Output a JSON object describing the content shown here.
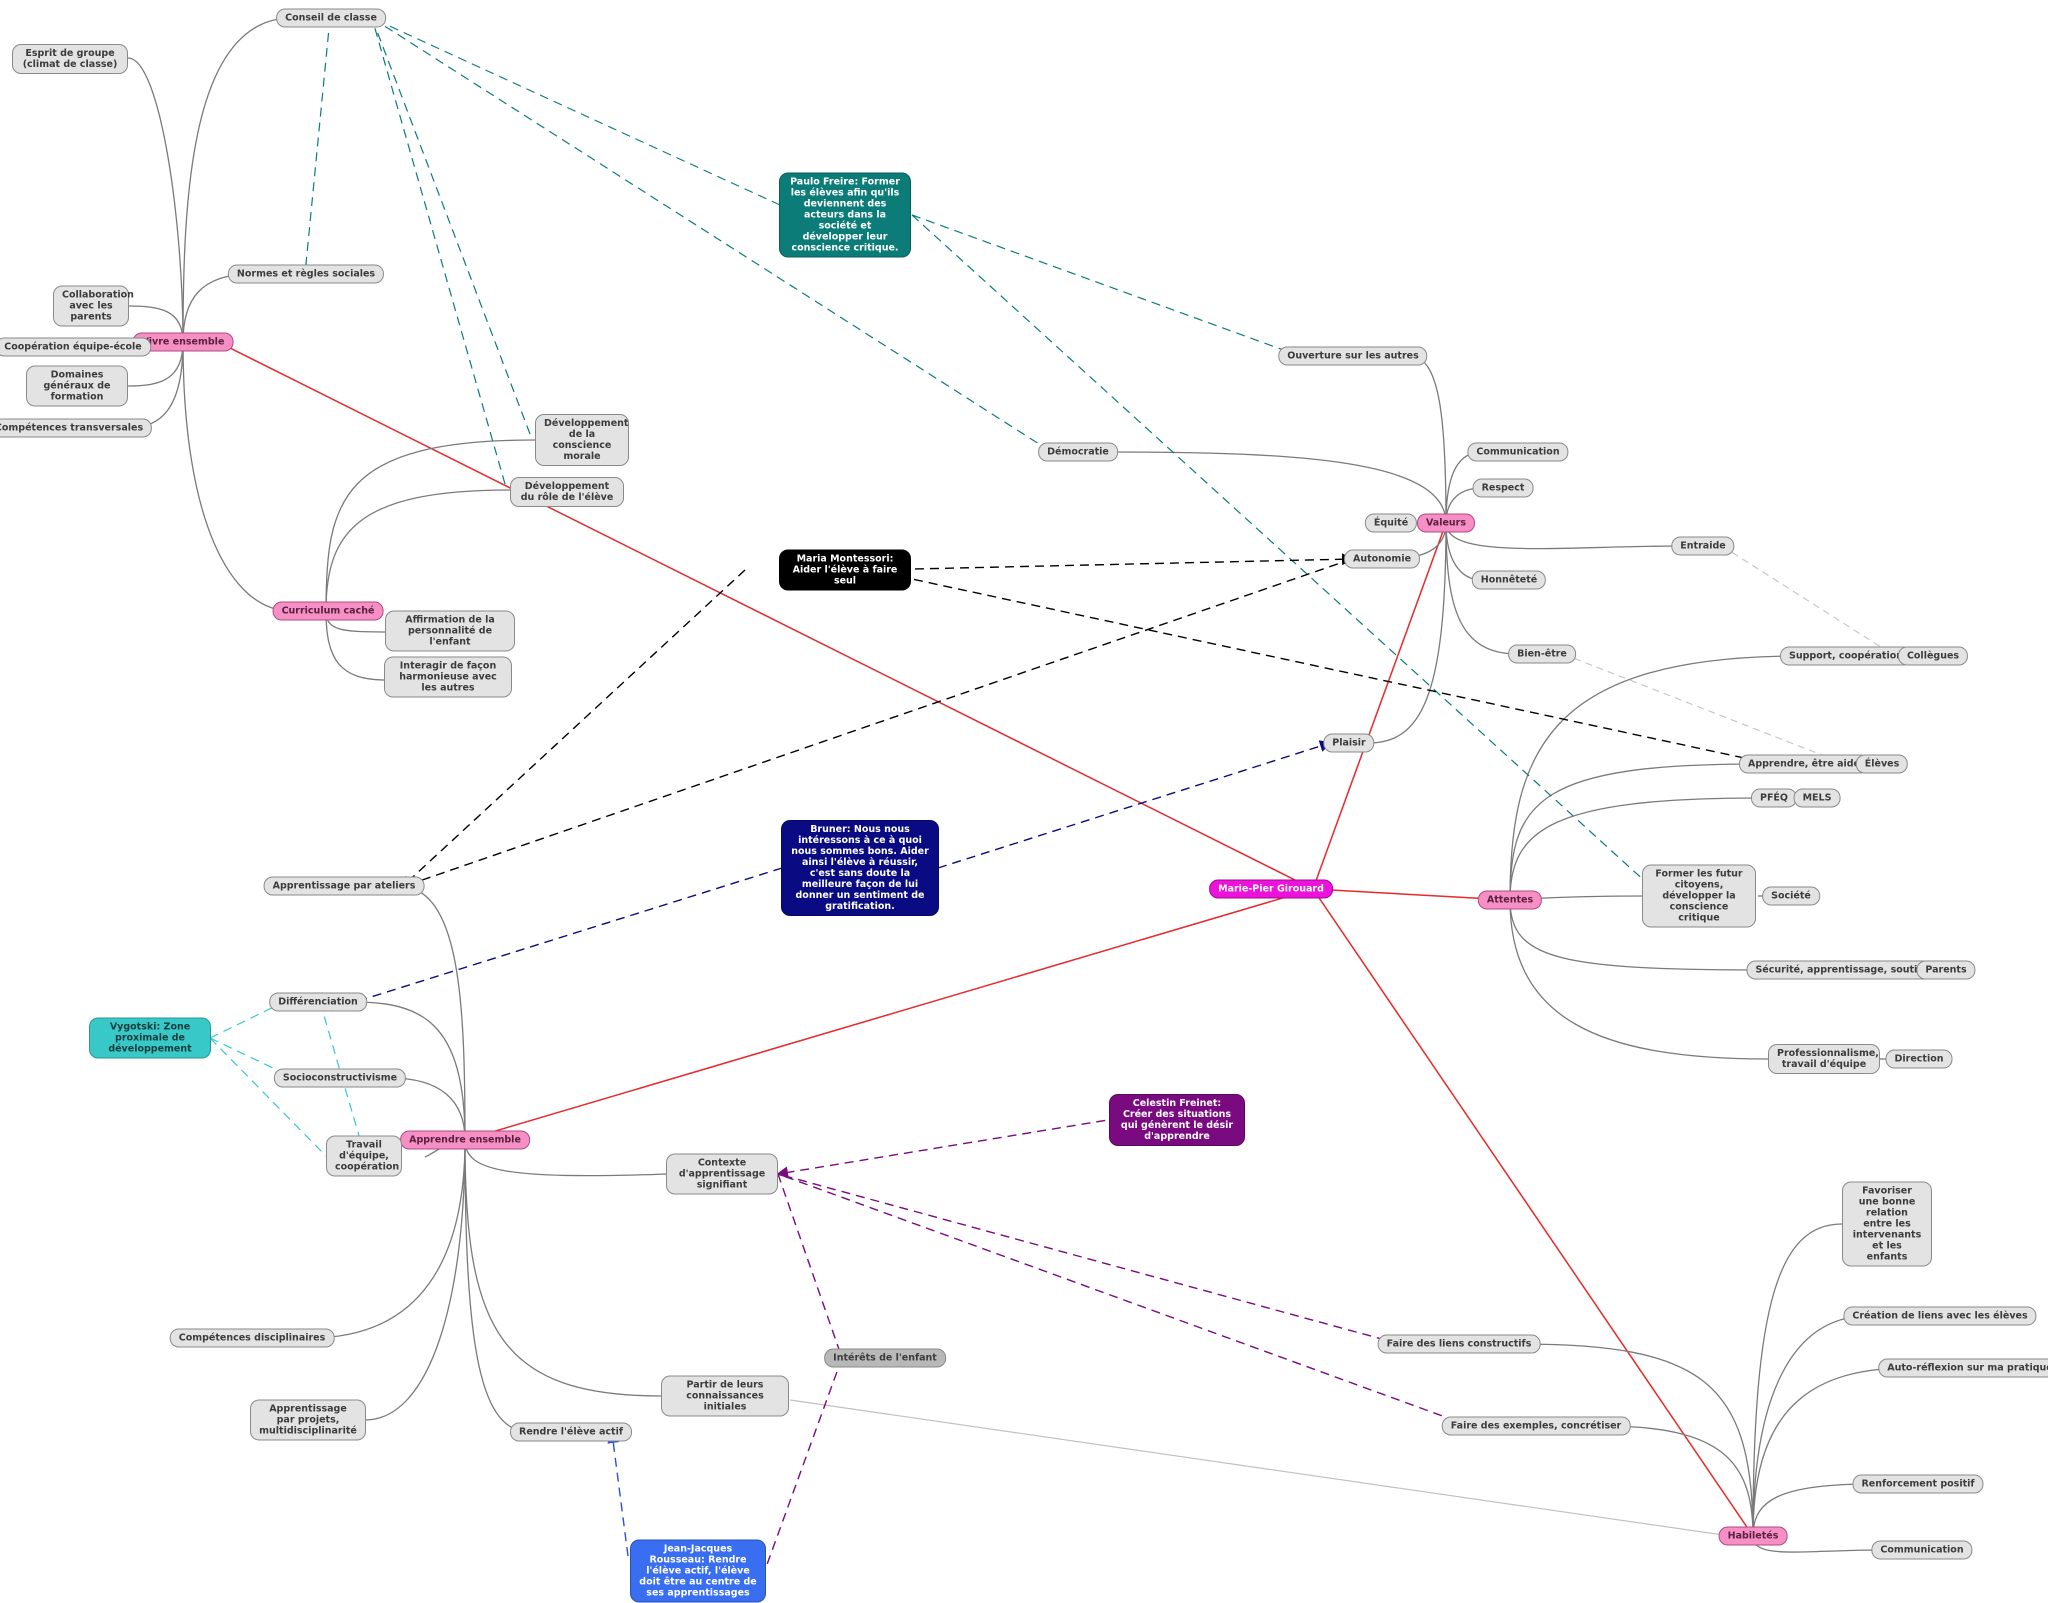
{
  "root": {
    "label": "Marie-Pier Girouard"
  },
  "main": {
    "vivre": "Vivre ensemble",
    "curriculum": "Curriculum caché",
    "apprendre": "Apprendre ensemble",
    "valeurs": "Valeurs",
    "attentes": "Attentes",
    "habiletes": "Habiletés"
  },
  "vivre_children": {
    "conseil": "Conseil de classe",
    "esprit": "Esprit de groupe (climat de classe)",
    "normes": "Normes et règles sociales",
    "collaboration": "Collaboration avec les parents",
    "cooperation": "Coopération équipe-école",
    "domaines": "Domaines généraux de formation",
    "competences_transv": "Compétences transversales"
  },
  "curriculum_children": {
    "conscience_morale": "Développement de la conscience morale",
    "role_eleve": "Développement du rôle de l'élève",
    "affirmation": "Affirmation de la personnalité de l'enfant",
    "interagir": "Interagir de façon harmonieuse avec les  autres"
  },
  "apprendre_children": {
    "ateliers": "Apprentissage par ateliers",
    "differenciation": "Différenciation",
    "socioconstructivisme": "Socioconstructivisme",
    "travail_equipe": "Travail d'équipe, coopération",
    "contexte": "Contexte d'apprentissage signifiant",
    "competences_disc": "Compétences disciplinaires",
    "projets": "Apprentissage par projets, multidisciplinarité",
    "partir": "Partir de leurs connaissances initiales",
    "rendre_actif": "Rendre l'élève actif",
    "interets": "Intérêts de l'enfant"
  },
  "valeurs_children": {
    "ouverture": "Ouverture sur les autres",
    "democratie": "Démocratie",
    "communication": "Communication",
    "respect": "Respect",
    "equite": "Équité",
    "autonomie": "Autonomie",
    "entraide": "Entraide",
    "honnetete": "Honnêteté",
    "bien_etre": "Bien-être",
    "plaisir": "Plaisir"
  },
  "attentes_children": {
    "support": "Support, coopération",
    "collegues": "Collègues",
    "apprendre_aide": "Apprendre, être aidé",
    "eleves": "Élèves",
    "pfeq": "PFÉQ",
    "mels": "MELS",
    "former": "Former les futur citoyens, développer la conscience critique",
    "societe": "Société",
    "securite": "Sécurité, apprentissage, soutien",
    "parents": "Parents",
    "professionnalisme": "Professionnalisme, travail d'équipe",
    "direction": "Direction"
  },
  "habiletes_children": {
    "favoriser": "Favoriser une bonne relation entre les intervenants et les enfants",
    "creation": "Création de liens avec les élèves",
    "auto_reflexion": "Auto-réflexion sur ma pratique",
    "renforcement": "Renforcement positif",
    "communication": "Communication",
    "faire_liens": "Faire des liens constructifs",
    "faire_exemples": "Faire des exemples, concrétiser"
  },
  "notes": {
    "freire": "Paulo Freire: Former les élèves afin qu'ils deviennent des acteurs dans la société et développer leur conscience critique.",
    "montessori": "Maria Montessori: Aider l'élève à faire seul",
    "bruner": "Bruner: Nous nous intéressons à ce à quoi nous sommes bons. Aider ainsi l'élève à réussir, c'est sans doute la meilleure façon de lui donner un sentiment de gratification.",
    "vygotski": "Vygotski: Zone proximale de développement",
    "freinet": "Celestin Freinet: Créer des situations qui génèrent le désir d'apprendre",
    "rousseau": "Jean-Jacques Rousseau: Rendre l'élève actif, l'élève doit être au centre de ses apprentissages"
  },
  "colors": {
    "root": "#ec12dc",
    "main": "#f58fc4",
    "leaf": "#e3e3e3",
    "main_branch": "#e8282a",
    "branch": "#7a7a7a",
    "freire": "#0c7c78",
    "montessori": "#000000",
    "bruner": "#0a0a82",
    "vygotski": "#38c8c8",
    "freinet": "#7a0a80",
    "rousseau": "#3a6ef0"
  }
}
